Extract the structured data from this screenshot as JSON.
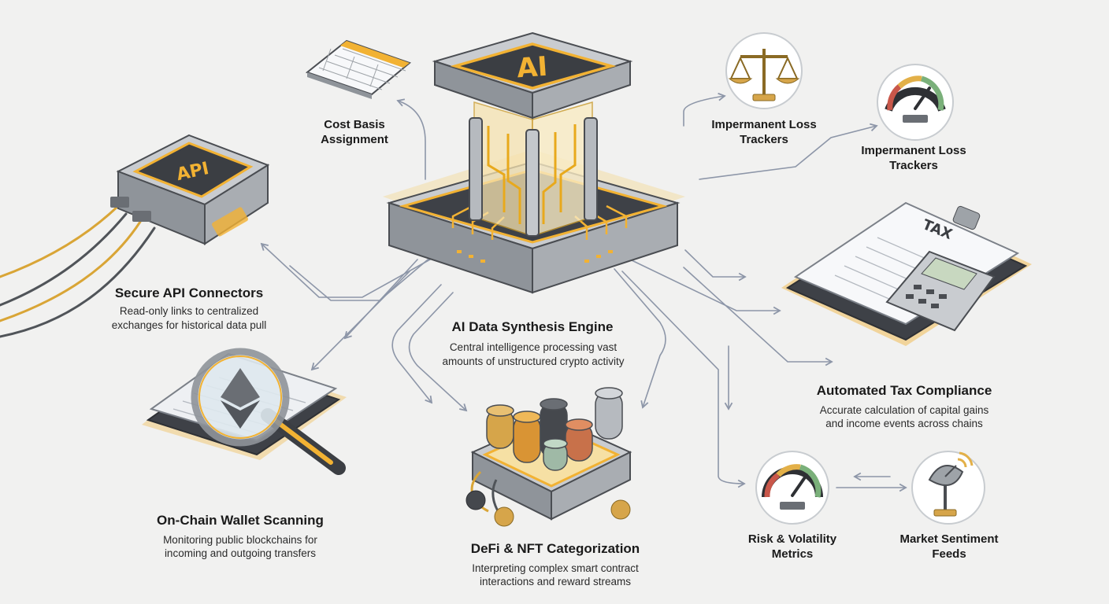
{
  "icons": {
    "engine": "ai-chip-icon",
    "api": "api-chip-icon",
    "wallet": "magnifier-ethereum-icon",
    "defi": "coin-stack-icon",
    "tax": "tax-calculator-icon",
    "cost": "spreadsheet-icon",
    "scale": "balance-scale-icon",
    "gauge": "gauge-icon",
    "risk": "risk-gauge-icon",
    "sentiment": "satellite-dish-icon"
  },
  "colors": {
    "accent": "#f2b233",
    "metal": "#9ea3a8",
    "dark": "#3b3e43",
    "arrow": "#8d96a8"
  },
  "nodes": {
    "engine": {
      "chip_label": "AI",
      "title": "AI Data Synthesis Engine",
      "desc_line1": "Central intelligence processing vast",
      "desc_line2": "amounts of unstructured crypto activity"
    },
    "api": {
      "chip_label": "API",
      "title": "Secure API Connectors",
      "desc_line1": "Read-only links to centralized",
      "desc_line2": "exchanges for historical data pull"
    },
    "wallet": {
      "title": "On-Chain Wallet Scanning",
      "desc_line1": "Monitoring public blockchains for",
      "desc_line2": "incoming and outgoing transfers"
    },
    "defi": {
      "title": "DeFi & NFT Categorization",
      "desc_line1": "Interpreting complex smart contract",
      "desc_line2": "interactions and reward streams"
    },
    "tax": {
      "doc_label": "TAX",
      "title": "Automated Tax Compliance",
      "desc_line1": "Accurate calculation of capital gains",
      "desc_line2": "and income events across chains"
    },
    "cost_basis": {
      "line1": "Cost Basis",
      "line2": "Assignment"
    },
    "il_tracker_1": {
      "line1": "Impermanent Loss",
      "line2": "Trackers"
    },
    "il_tracker_2": {
      "line1": "Impermanent Loss",
      "line2": "Trackers"
    },
    "risk": {
      "line1": "Risk & Volatility",
      "line2": "Metrics"
    },
    "sentiment": {
      "line1": "Market Sentiment",
      "line2": "Feeds"
    }
  }
}
